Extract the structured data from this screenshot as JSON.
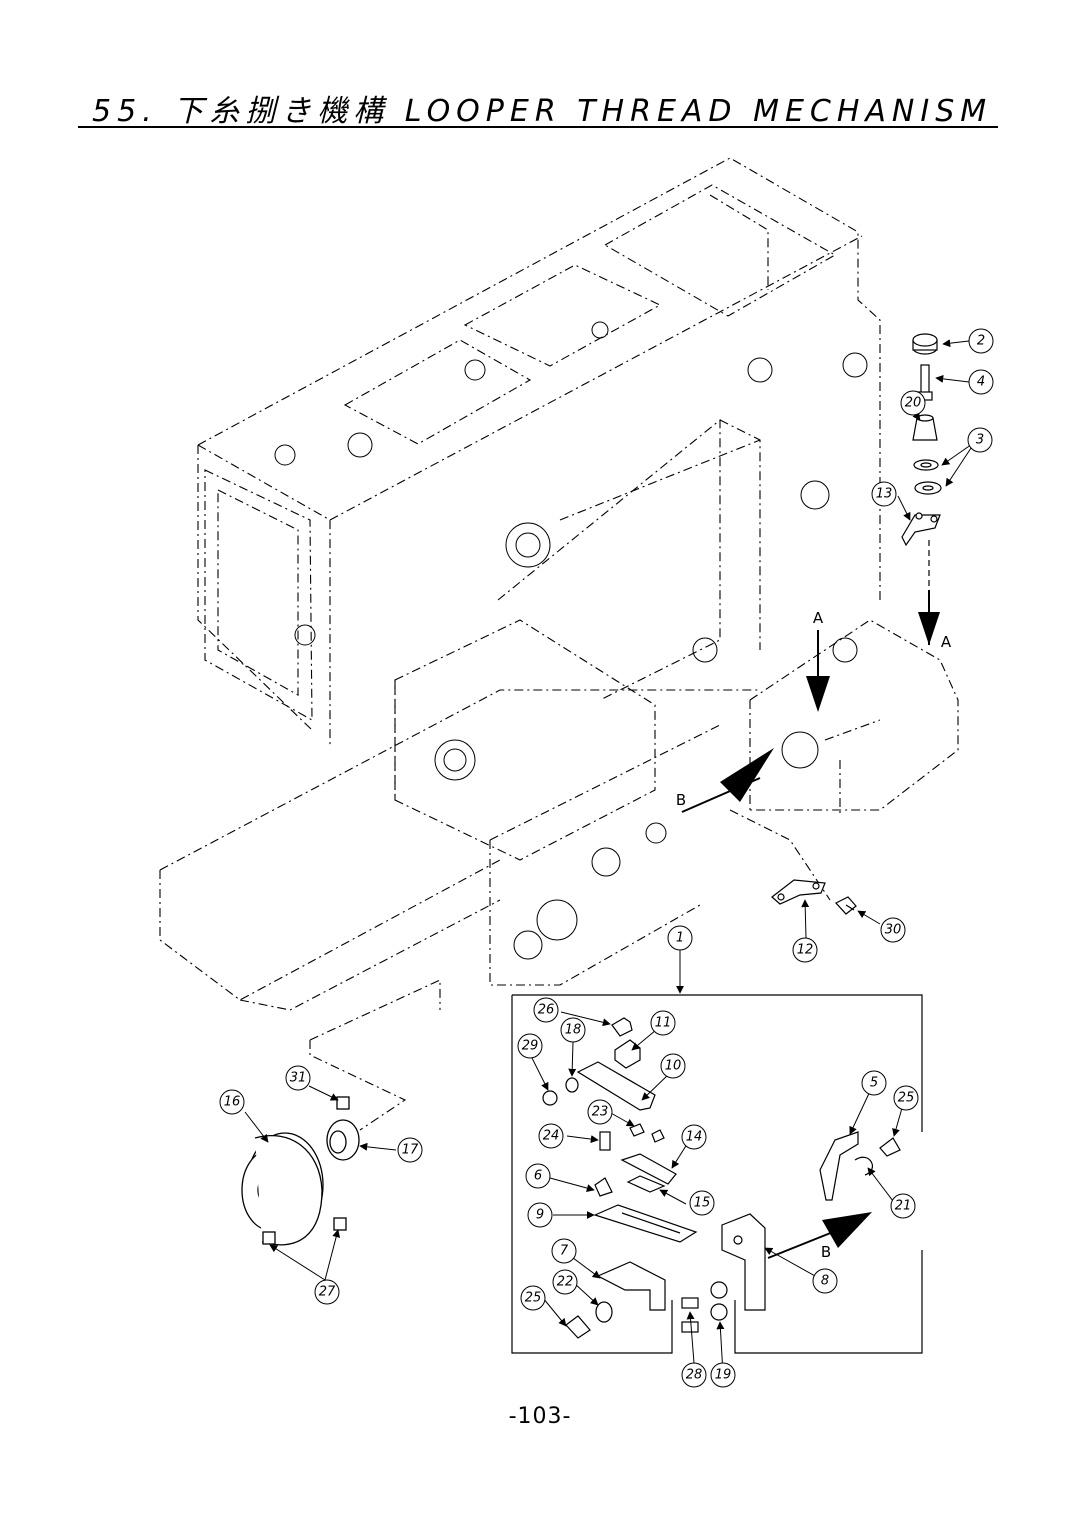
{
  "header": {
    "title": "55. 下糸捌き機構 LOOPER THREAD MECHANISM"
  },
  "callouts": [
    "1",
    "2",
    "3",
    "4",
    "5",
    "6",
    "7",
    "8",
    "9",
    "10",
    "11",
    "12",
    "13",
    "14",
    "15",
    "16",
    "17",
    "18",
    "19",
    "20",
    "21",
    "22",
    "23",
    "24",
    "25",
    "26",
    "27",
    "28",
    "29",
    "30",
    "31"
  ],
  "view_markers": [
    "A",
    "B"
  ],
  "footer": {
    "page_number": "-103-"
  }
}
